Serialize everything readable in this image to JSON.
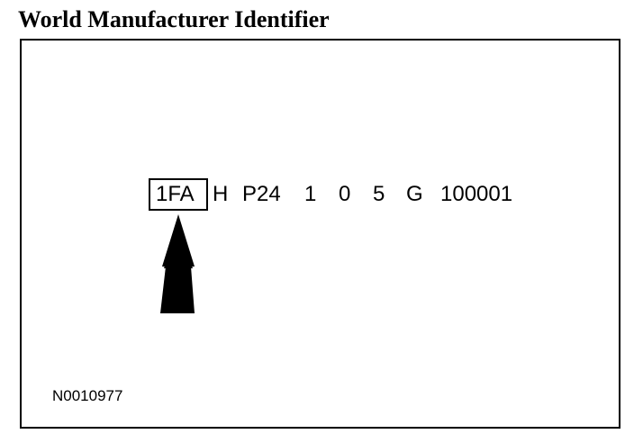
{
  "title": "World Manufacturer Identifier",
  "vin": {
    "wmi": "1FA",
    "segments": [
      "H",
      "P24",
      "1",
      "0",
      "5",
      "G",
      "100001"
    ]
  },
  "reference_code": "N0010977"
}
